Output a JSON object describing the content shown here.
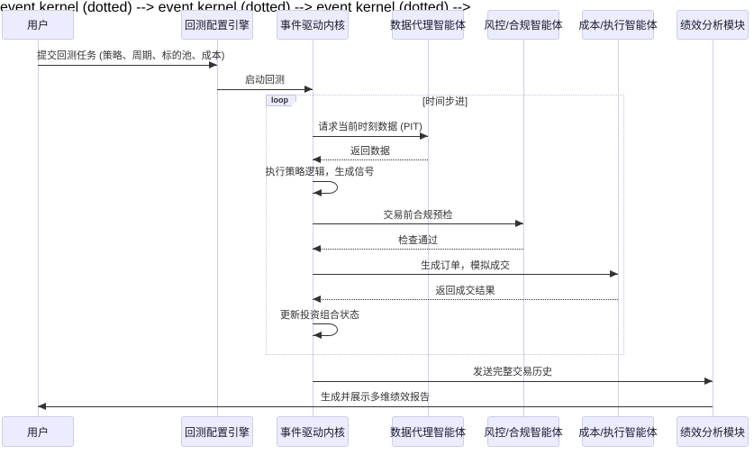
{
  "diagram": {
    "type": "sequence-diagram",
    "actors": [
      {
        "label": "用户"
      },
      {
        "label": "回测配置引擎"
      },
      {
        "label": "事件驱动内核"
      },
      {
        "label": "数据代理智能体"
      },
      {
        "label": "风控/合规智能体"
      },
      {
        "label": "成本/执行智能体"
      },
      {
        "label": "绩效分析模块"
      }
    ],
    "loop": {
      "label": "loop",
      "condition": "[时间步进]"
    },
    "messages": [
      {
        "from": "用户",
        "to": "回测配置引擎",
        "label": "提交回测任务 (策略、周期、标的池、成本)",
        "line": "solid"
      },
      {
        "from": "回测配置引擎",
        "to": "事件驱动内核",
        "label": "启动回测",
        "line": "solid"
      },
      {
        "from": "事件驱动内核",
        "to": "数据代理智能体",
        "label": "请求当前时刻数据 (PIT)",
        "line": "solid"
      },
      {
        "from": "数据代理智能体",
        "to": "事件驱动内核",
        "label": "返回数据",
        "line": "dotted"
      },
      {
        "from": "事件驱动内核",
        "to": "事件驱动内核",
        "label": "执行策略逻辑，生成信号",
        "line": "self"
      },
      {
        "from": "事件驱动内核",
        "to": "风控/合规智能体",
        "label": "交易前合规预检",
        "line": "solid"
      },
      {
        "from": "风控/合规智能体",
        "to": "事件驱动内核",
        "label": "检查通过",
        "line": "dotted"
      },
      {
        "from": "事件驱动内核",
        "to": "成本/执行智能体",
        "label": "生成订单，模拟成交",
        "line": "solid"
      },
      {
        "from": "成本/执行智能体",
        "to": "事件驱动内核",
        "label": "返回成交结果",
        "line": "dotted"
      },
      {
        "from": "事件驱动内核",
        "to": "事件驱动内核",
        "label": "更新投资组合状态",
        "line": "self"
      },
      {
        "from": "事件驱动内核",
        "to": "绩效分析模块",
        "label": "发送完整交易历史",
        "line": "solid"
      },
      {
        "from": "绩效分析模块",
        "to": "用户",
        "label": "生成并展示多维绩效报告",
        "line": "solid"
      }
    ],
    "colors": {
      "actor_fill": "#ececff",
      "actor_border": "#cfcce8",
      "lifeline": "#d2cff0",
      "arrow": "#333333",
      "loop_border": "#c3c3d9",
      "text": "#333333"
    }
  }
}
